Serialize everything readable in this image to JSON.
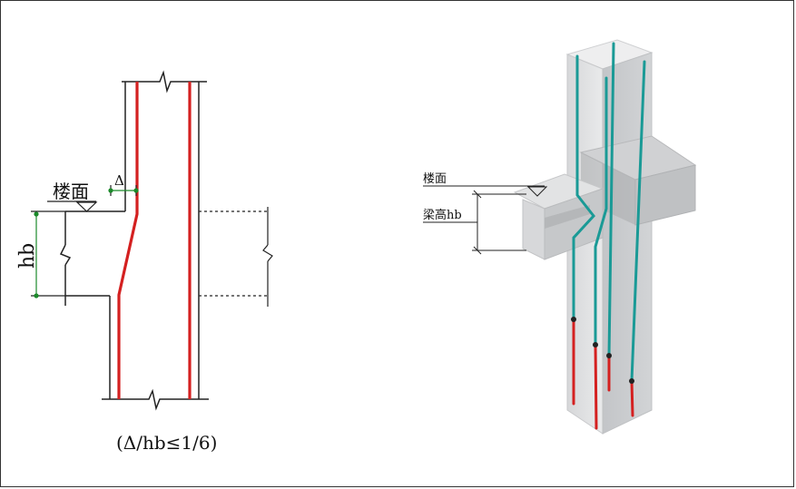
{
  "left_diagram": {
    "floor_label": "楼面",
    "delta_label": "Δ",
    "hb_label": "hb",
    "caption": "(Δ/hb≤1/6)"
  },
  "right_diagram": {
    "floor_label": "楼面",
    "beam_height_label": "梁高hb"
  },
  "colors": {
    "rebar_red": "#d42020",
    "rebar_teal": "#1a9a96",
    "dimension_green": "#1b8a2a",
    "line": "#222222"
  }
}
